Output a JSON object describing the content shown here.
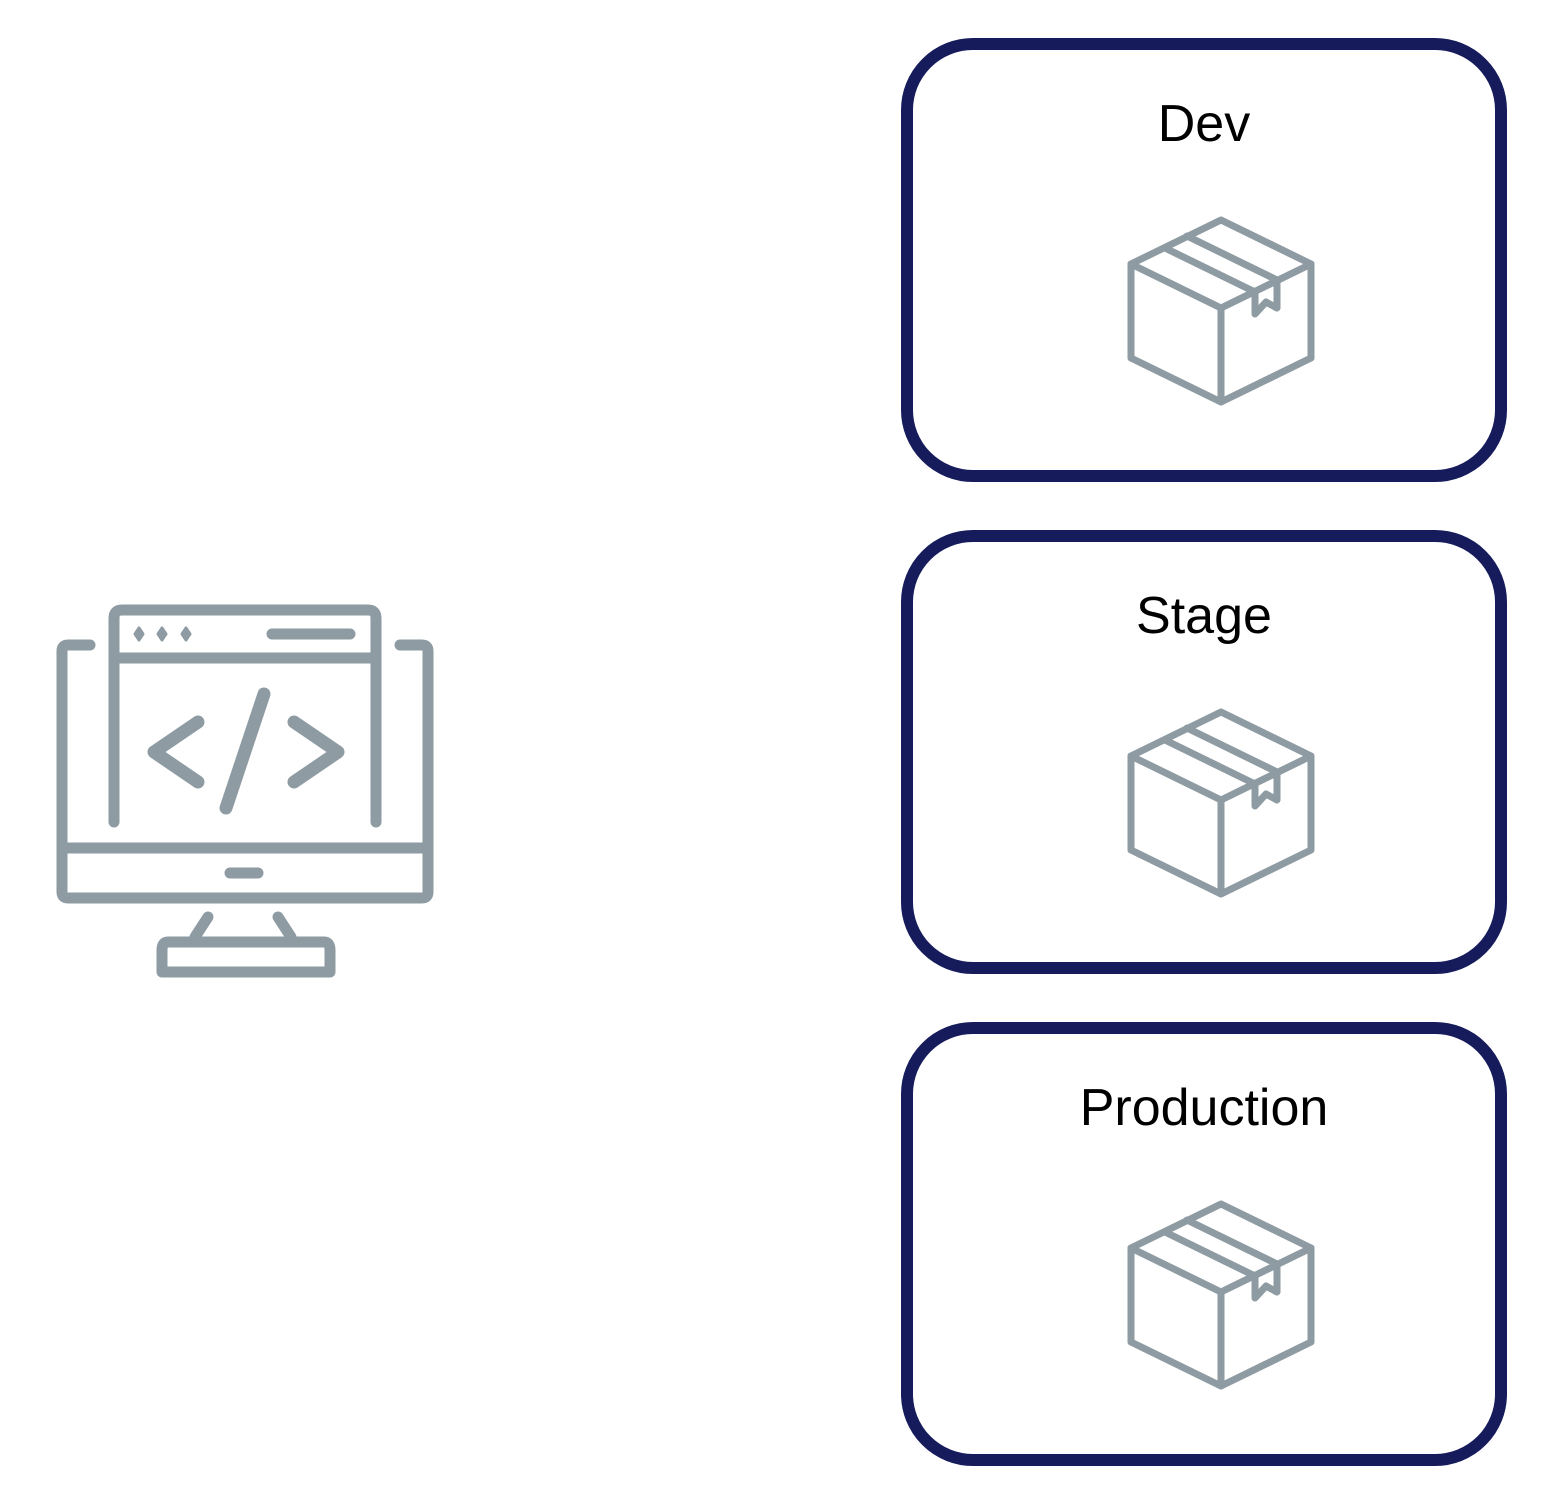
{
  "computer": {
    "icon": "code-monitor-icon",
    "color": "#8e9ba3"
  },
  "environments": [
    {
      "label": "Dev",
      "icon": "package-box-icon"
    },
    {
      "label": "Stage",
      "icon": "package-box-icon"
    },
    {
      "label": "Production",
      "icon": "package-box-icon"
    }
  ],
  "colors": {
    "box_border": "#161b5c",
    "icon_stroke": "#8e9ba3",
    "text": "#000000"
  }
}
